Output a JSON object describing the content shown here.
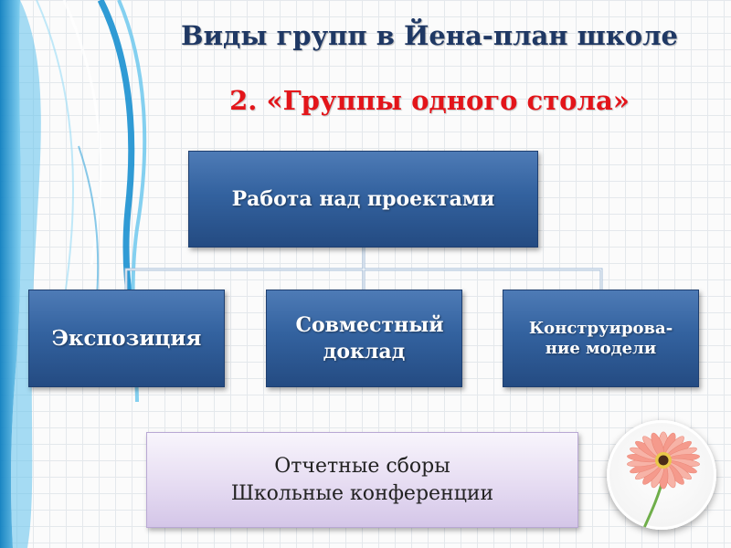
{
  "slide": {
    "title": "Виды групп в Йена-план школе",
    "subtitle": "2. «Группы одного стола»"
  },
  "diagram": {
    "root": "Работа над проектами",
    "children": [
      "Экспозиция",
      "Совместный доклад",
      "Конструирова-ние модели"
    ]
  },
  "footer_box": {
    "lines": [
      "Отчетные сборы",
      "Школьные конференции"
    ]
  },
  "colors": {
    "title": "#1f3864",
    "subtitle": "#e3151a",
    "box_fill": "#33629f",
    "footer_fill": "#e6dcf2"
  },
  "decorations": {
    "left_graphic": "blue-wave-graphic",
    "flower_image": "gerbera-flower-icon"
  }
}
